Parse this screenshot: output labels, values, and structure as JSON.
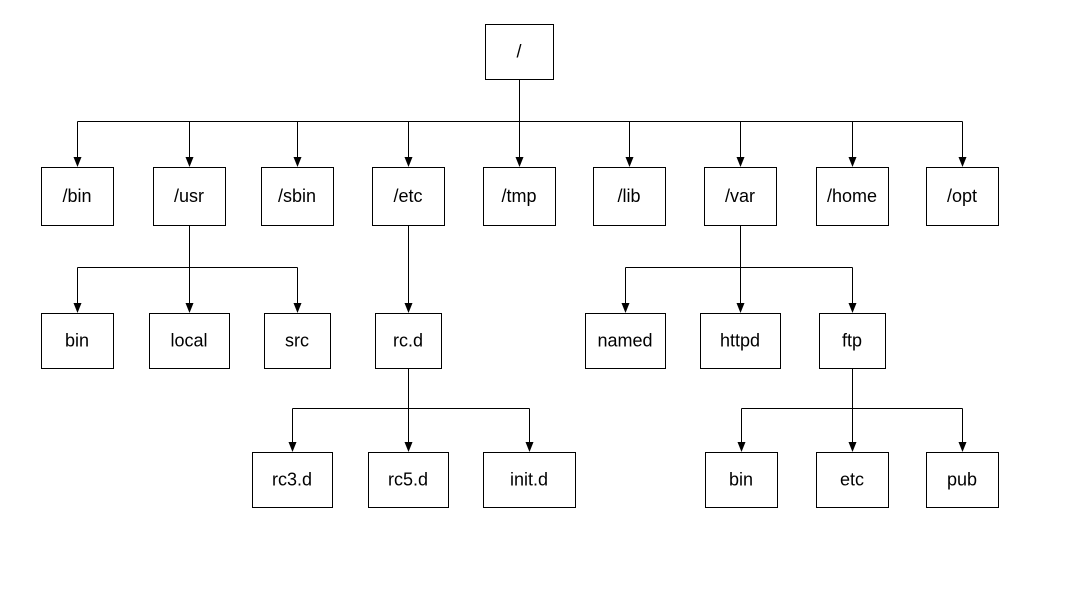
{
  "tree": {
    "root": {
      "label": "/",
      "children": [
        {
          "label": "/bin"
        },
        {
          "label": "/usr",
          "children": [
            {
              "label": "bin"
            },
            {
              "label": "local"
            },
            {
              "label": "src"
            }
          ]
        },
        {
          "label": "/sbin"
        },
        {
          "label": "/etc",
          "children": [
            {
              "label": "rc.d",
              "children": [
                {
                  "label": "rc3.d"
                },
                {
                  "label": "rc5.d"
                },
                {
                  "label": "init.d"
                }
              ]
            }
          ]
        },
        {
          "label": "/tmp"
        },
        {
          "label": "/lib"
        },
        {
          "label": "/var",
          "children": [
            {
              "label": "named"
            },
            {
              "label": "httpd"
            },
            {
              "label": "ftp",
              "children": [
                {
                  "label": "bin"
                },
                {
                  "label": "etc"
                },
                {
                  "label": "pub"
                }
              ]
            }
          ]
        },
        {
          "label": "/home"
        },
        {
          "label": "/opt"
        }
      ]
    }
  }
}
